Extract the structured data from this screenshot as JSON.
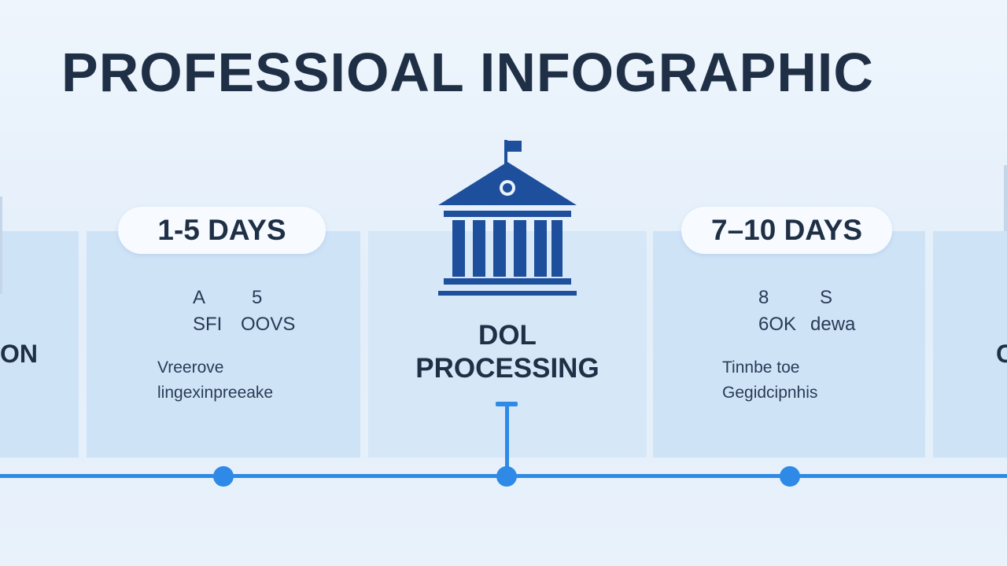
{
  "title": "PROFESSIOAL INFOGRAPHIC",
  "left_edge": {
    "label": "ON"
  },
  "right_edge": {
    "label": "C"
  },
  "stages": [
    {
      "duration": "1-5 DAYS",
      "detail_lines": [
        [
          "A",
          "5"
        ],
        [
          "SFI",
          "OOVS"
        ]
      ],
      "description_lines": [
        "Vreerove",
        "lingexinpreeake"
      ]
    },
    {
      "title_lines": [
        "DOL",
        "PROCESSING"
      ],
      "icon": "government-building-icon"
    },
    {
      "duration": "7–10 DAYS",
      "detail_lines": [
        [
          "8",
          "S"
        ],
        [
          "6OK",
          "dewa"
        ]
      ],
      "description_lines": [
        "Tinnbe toe",
        "Gegidcipnhis"
      ]
    }
  ],
  "colors": {
    "accent": "#2e8ae6",
    "icon": "#1e4f9c",
    "panel": "#cfe3f7",
    "text": "#1f2f45"
  }
}
